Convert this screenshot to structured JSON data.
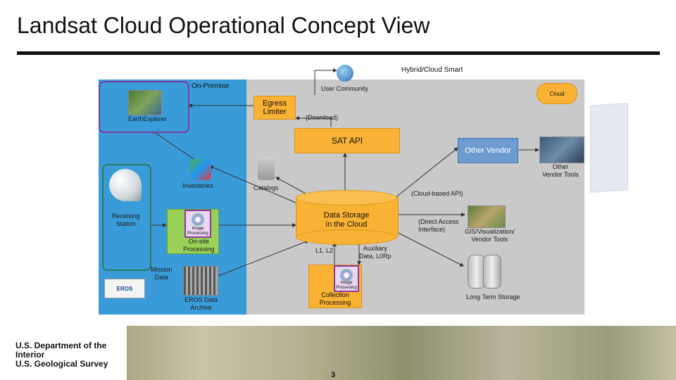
{
  "slide": {
    "title": "Landsat Cloud Operational Concept View",
    "page_number": "3",
    "footer_lines": [
      "U.S. Department of the",
      "Interior",
      "U.S. Geological Survey"
    ]
  },
  "diagram": {
    "region_on_premise": "On-Premise",
    "region_hybrid": "Hybrid/Cloud Smart",
    "cloud_badge": "Cloud",
    "nodes": {
      "user_community": "User Community",
      "egress_limiter": [
        "Egress",
        "Limiter"
      ],
      "download": "(Download)",
      "sat_api": "SAT API",
      "other_vendor": "Other Vendor",
      "other_vendor_tools": [
        "Other",
        "Vendor Tools"
      ],
      "earth_explorer": "EarthExplorer",
      "inventories": "Inventories",
      "catalogs": "Catalogs",
      "cloud_api": "(Cloud-based API)",
      "data_storage": [
        "Data Storage",
        "in the Cloud"
      ],
      "direct_access": [
        "(Direct Access",
        "Interface)"
      ],
      "gis": [
        "GIS/Visualization/",
        "Vendor Tools"
      ],
      "receiving_station": [
        "Receiving",
        "Station"
      ],
      "image_processing": [
        "Image",
        "Processing"
      ],
      "onsite_processing": [
        "On-site",
        "Processing"
      ],
      "l1l2": "L1, L2",
      "auxiliary": [
        "Auxiliary",
        "Data, L0Rp"
      ],
      "mission_data": [
        "Mission",
        "Data"
      ],
      "eros_label": "EROS",
      "eros_archive": [
        "EROS Data",
        "Archive"
      ],
      "collection_processing": [
        "Collection",
        "Processing"
      ],
      "long_term_storage": "Long Term Storage"
    }
  },
  "colors": {
    "on_premise": "#3a9bd9",
    "cloud_area": "#c9c9c9",
    "orange": "#f9b233",
    "vendor_blue": "#6e9bd0",
    "onsite_green": "#9ad158"
  }
}
